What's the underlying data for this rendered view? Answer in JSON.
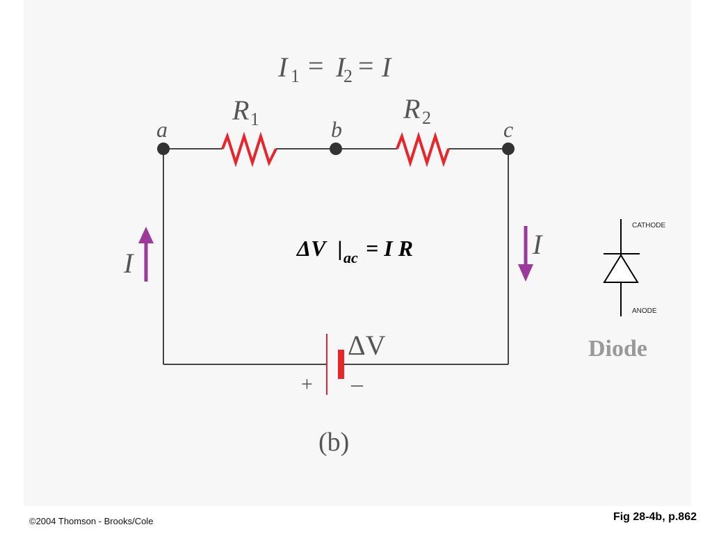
{
  "equation_top": {
    "I1": "I",
    "sub1": "1",
    "eq1": "=",
    "I2": "I",
    "sub2": "2",
    "eq2": "=",
    "I": "I"
  },
  "resistors": {
    "r1": {
      "symbol": "R",
      "sub": "1"
    },
    "r2": {
      "symbol": "R",
      "sub": "2"
    }
  },
  "nodes": {
    "a": "a",
    "b": "b",
    "c": "c"
  },
  "current_labels": {
    "left": "I",
    "right": "I"
  },
  "voltage_equation": {
    "delta_v": "ΔV",
    "bar": "|",
    "sub": "ac",
    "rest": " = I R"
  },
  "battery": {
    "label": "ΔV",
    "plus": "+",
    "minus": "–"
  },
  "panel_label": "(b)",
  "diode": {
    "cathode": "CATHODE",
    "anode": "ANODE",
    "caption": "Diode"
  },
  "footer": {
    "copyright": "©2004 Thomson - Brooks/Cole",
    "figure_ref": "Fig 28-4b, p.862"
  },
  "colors": {
    "wire": "#444444",
    "resistor": "#e8252b",
    "arrow": "#9b3a9b",
    "battery_plate": "#e8252b",
    "node": "#333333",
    "diode_caption": "#999999"
  }
}
